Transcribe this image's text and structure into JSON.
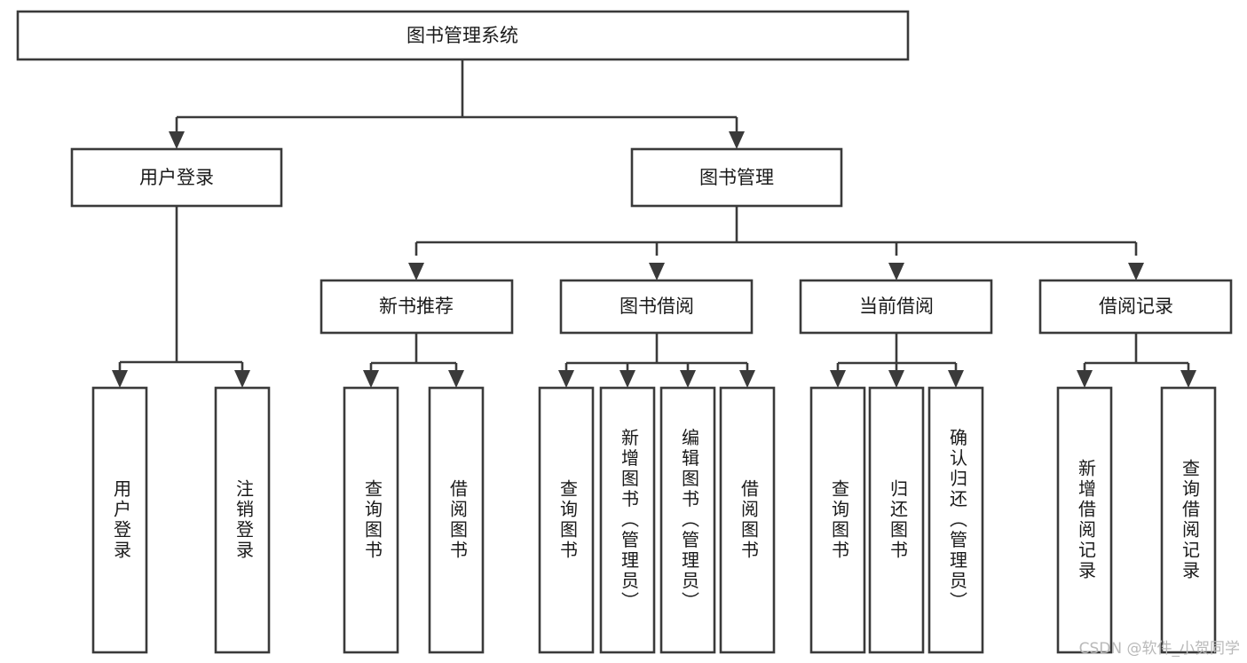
{
  "diagram": {
    "title": "图书管理系统",
    "type": "tree-hierarchy-functional-decomposition",
    "watermark": "CSDN @软件_小贺同学",
    "colors": {
      "stroke": "#3a3a3a",
      "fill": "#ffffff",
      "text": "#1a1a1a",
      "watermark": "#b9b9b9",
      "background": "#ffffff"
    },
    "levels": {
      "level1": {
        "label": "图书管理系统"
      },
      "level2": [
        {
          "id": "user-login",
          "label": "用户登录"
        },
        {
          "id": "book-management",
          "label": "图书管理"
        }
      ],
      "level3": [
        {
          "id": "new-book-recommend",
          "label": "新书推荐",
          "parent": "book-management"
        },
        {
          "id": "book-borrow",
          "label": "图书借阅",
          "parent": "book-management"
        },
        {
          "id": "current-borrow",
          "label": "当前借阅",
          "parent": "book-management"
        },
        {
          "id": "borrow-records",
          "label": "借阅记录",
          "parent": "book-management"
        }
      ],
      "level4": [
        {
          "id": "leaf-user-login",
          "label": "用户登录",
          "parent": "user-login"
        },
        {
          "id": "leaf-logout-login",
          "label": "注销登录",
          "parent": "user-login"
        },
        {
          "id": "leaf-query-book-1",
          "label": "查询图书",
          "parent": "new-book-recommend"
        },
        {
          "id": "leaf-borrow-book-1",
          "label": "借阅图书",
          "parent": "new-book-recommend"
        },
        {
          "id": "leaf-query-book-2",
          "label": "查询图书",
          "parent": "book-borrow"
        },
        {
          "id": "leaf-add-book",
          "label": "新增图书（管理员）",
          "parent": "book-borrow"
        },
        {
          "id": "leaf-edit-book",
          "label": "编辑图书（管理员）",
          "parent": "book-borrow"
        },
        {
          "id": "leaf-borrow-book-2",
          "label": "借阅图书",
          "parent": "book-borrow"
        },
        {
          "id": "leaf-query-book-3",
          "label": "查询图书",
          "parent": "current-borrow"
        },
        {
          "id": "leaf-return-book",
          "label": "归还图书",
          "parent": "current-borrow"
        },
        {
          "id": "leaf-confirm-return",
          "label": "确认归还（管理员）",
          "parent": "current-borrow"
        },
        {
          "id": "leaf-add-record",
          "label": "新增借阅记录",
          "parent": "borrow-records"
        },
        {
          "id": "leaf-query-record",
          "label": "查询借阅记录",
          "parent": "borrow-records"
        }
      ]
    }
  }
}
